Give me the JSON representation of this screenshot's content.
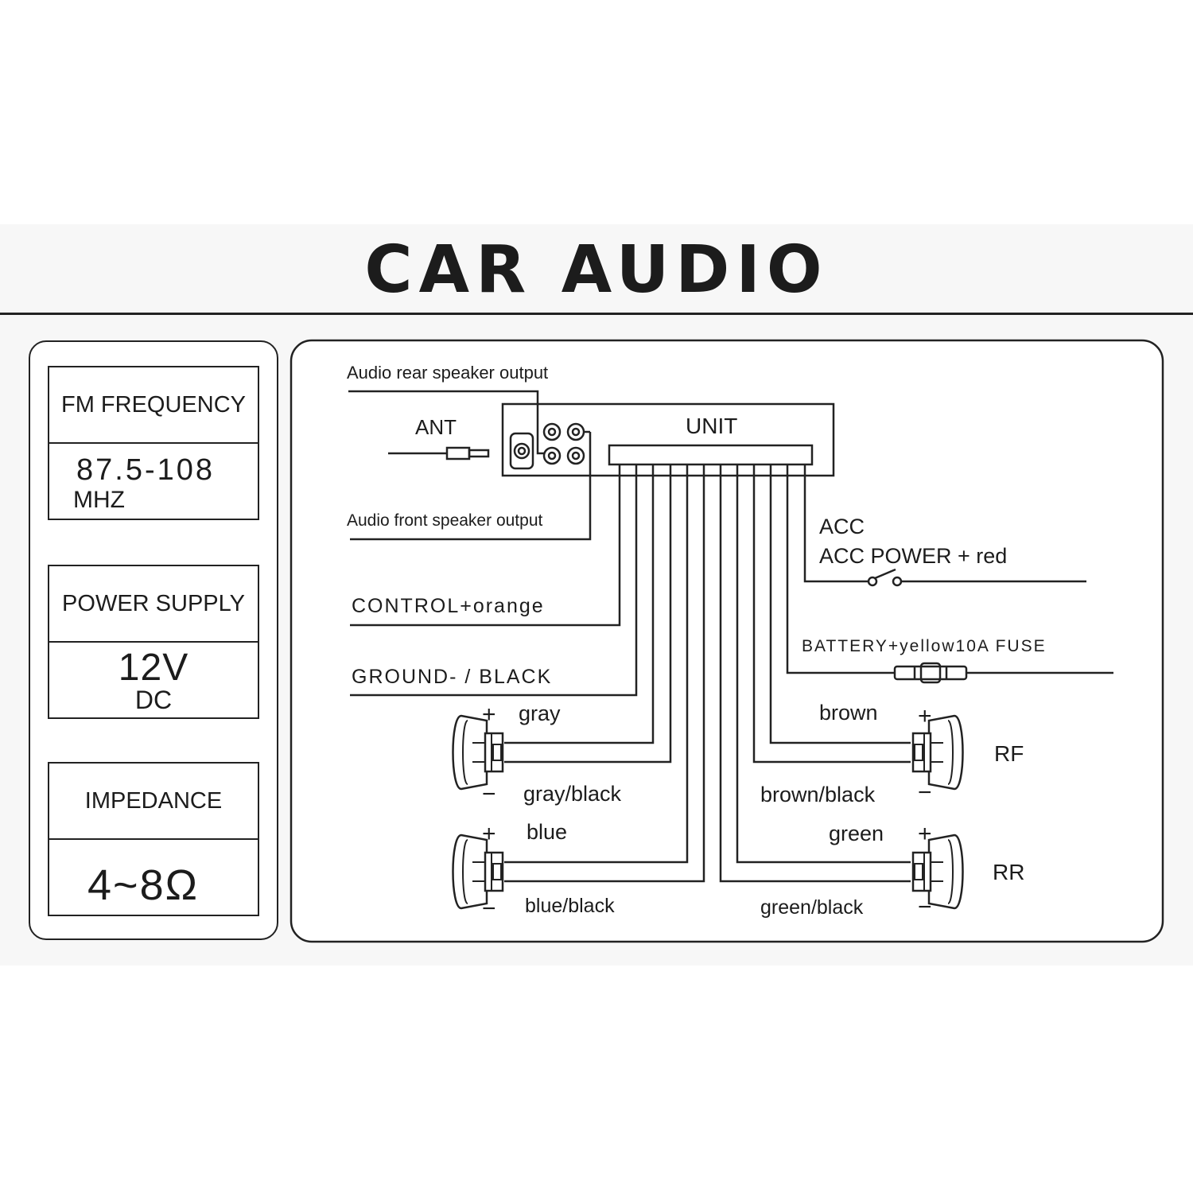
{
  "title": "CAR AUDIO",
  "specs": {
    "fm": {
      "label": "FM FREQUENCY",
      "value": "87.5-108",
      "unit": "MHZ"
    },
    "power": {
      "label": "POWER  SUPPLY",
      "value": "12V",
      "unit": "DC"
    },
    "impedance": {
      "label": "IMPEDANCE",
      "value": "4~8Ω"
    }
  },
  "wiring": {
    "audio_rear": "Audio rear speaker output",
    "audio_front": "Audio front speaker output",
    "ant": "ANT",
    "unit": "UNIT",
    "control": "CONTROL+orange",
    "ground": "GROUND- / BLACK",
    "acc": "ACC",
    "acc_power": "ACC POWER + red",
    "battery": "BATTERY+yellow10A FUSE",
    "lf_plus": "gray",
    "lf_minus": "gray/black",
    "lr_plus": "blue",
    "lr_minus": "blue/black",
    "rf_plus": "brown",
    "rf_minus": "brown/black",
    "rr_plus": "green",
    "rr_minus": "green/black",
    "rf": "RF",
    "rr": "RR",
    "plus": "+",
    "minus": "−"
  }
}
